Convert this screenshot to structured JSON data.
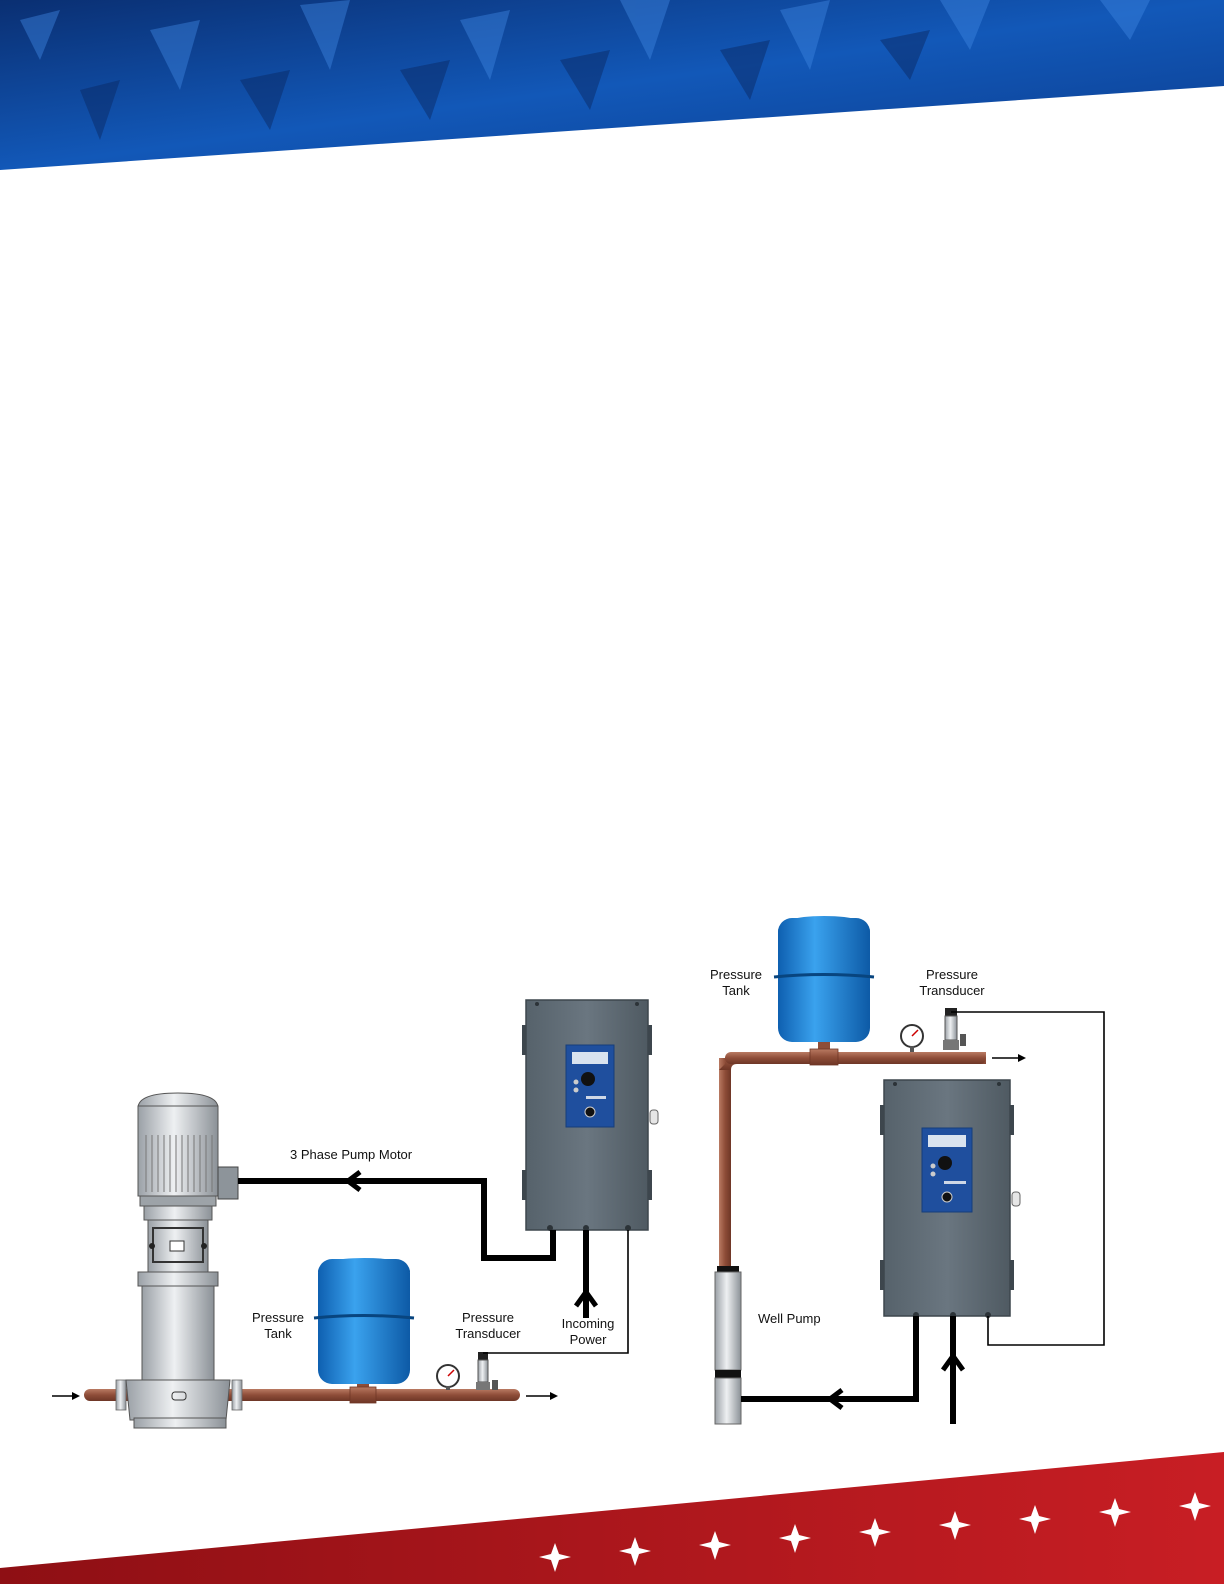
{
  "colors": {
    "header_blue": "#0f4fa8",
    "footer_red": "#b3161c",
    "pipe": "#9a5a44",
    "tank": "#1f86d8",
    "controller": "#5f6b74",
    "wire": "#000000"
  },
  "diagram_left": {
    "motor_label": "3 Phase Pump Motor",
    "tank_label_line1": "Pressure",
    "tank_label_line2": "Tank",
    "transducer_label_line1": "Pressure",
    "transducer_label_line2": "Transducer",
    "power_label_line1": "Incoming",
    "power_label_line2": "Power"
  },
  "diagram_right": {
    "tank_label_line1": "Pressure",
    "tank_label_line2": "Tank",
    "transducer_label_line1": "Pressure",
    "transducer_label_line2": "Transducer",
    "well_pump_label": "Well Pump"
  },
  "icons": {
    "header": "diamond-plate-banner",
    "footer": "star-banner"
  }
}
